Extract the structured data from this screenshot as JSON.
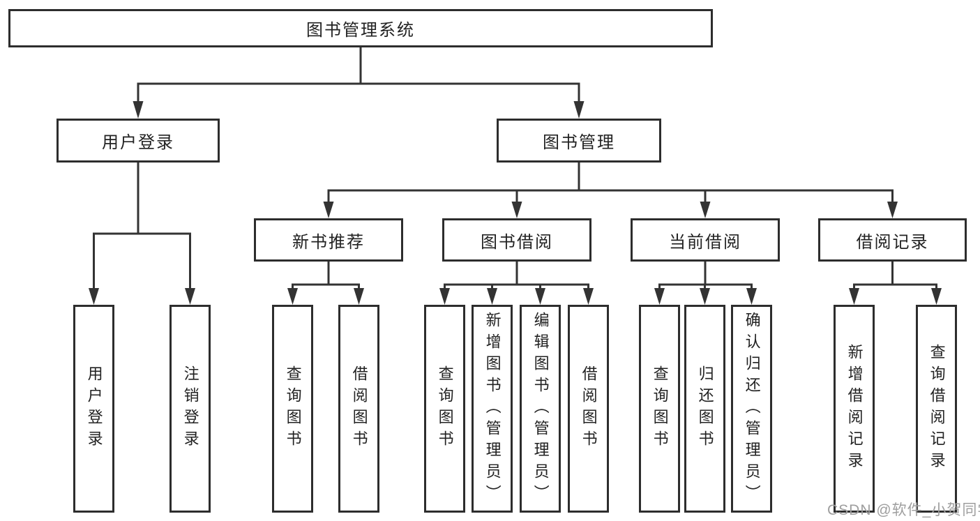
{
  "diagram": {
    "type": "tree",
    "colors": {
      "line": "#333333",
      "box_border": "#2d2d2d",
      "text": "#222222",
      "background": "#ffffff",
      "watermark": "#9e9e9e"
    },
    "tree": {
      "label": "图书管理系统",
      "children": [
        {
          "label": "用户登录",
          "children": [
            {
              "label": "用户登录"
            },
            {
              "label": "注销登录"
            }
          ]
        },
        {
          "label": "图书管理",
          "children": [
            {
              "label": "新书推荐",
              "children": [
                {
                  "label": "查询图书"
                },
                {
                  "label": "借阅图书"
                }
              ]
            },
            {
              "label": "图书借阅",
              "children": [
                {
                  "label": "查询图书"
                },
                {
                  "label": "新增图书（管理员）"
                },
                {
                  "label": "编辑图书（管理员）"
                },
                {
                  "label": "借阅图书"
                }
              ]
            },
            {
              "label": "当前借阅",
              "children": [
                {
                  "label": "查询图书"
                },
                {
                  "label": "归还图书"
                },
                {
                  "label": "确认归还（管理员）"
                }
              ]
            },
            {
              "label": "借阅记录",
              "children": [
                {
                  "label": "新增借阅记录"
                },
                {
                  "label": "查询借阅记录"
                }
              ]
            }
          ]
        }
      ]
    },
    "watermark": {
      "text": "CSDN @软件_小贺同学"
    }
  }
}
